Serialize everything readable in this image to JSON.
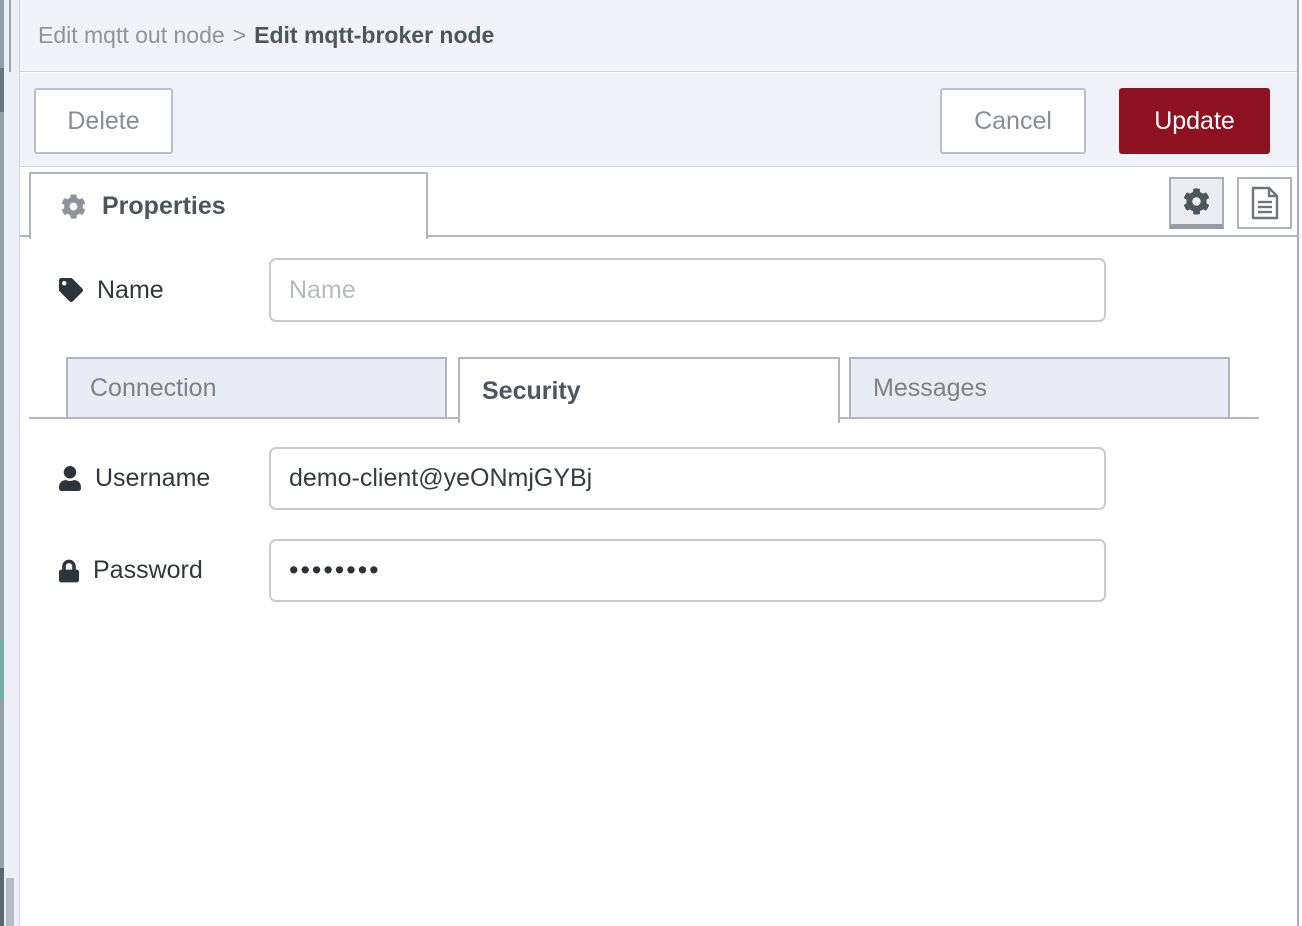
{
  "breadcrumb": {
    "parent": "Edit mqtt out node",
    "separator": ">",
    "current": "Edit mqtt-broker node"
  },
  "toolbar": {
    "delete_label": "Delete",
    "cancel_label": "Cancel",
    "update_label": "Update"
  },
  "header_tabs": {
    "properties_label": "Properties"
  },
  "form": {
    "name": {
      "label": "Name",
      "placeholder": "Name",
      "value": ""
    },
    "tabs": [
      {
        "label": "Connection",
        "active": false
      },
      {
        "label": "Security",
        "active": true
      },
      {
        "label": "Messages",
        "active": false
      }
    ],
    "username": {
      "label": "Username",
      "value": "demo-client@yeONmjGYBj"
    },
    "password": {
      "label": "Password",
      "value": "••••••••"
    }
  },
  "icons": [
    "gear-icon",
    "file-text-icon",
    "tag-icon",
    "user-icon",
    "lock-icon"
  ],
  "colors": {
    "accent_red": "#8d1120",
    "panel_bg": "#f1f2f9",
    "tab_inactive_bg": "#e9ebf5",
    "border_gray": "#b2b4c0",
    "node_teal": "#74b1ab"
  }
}
